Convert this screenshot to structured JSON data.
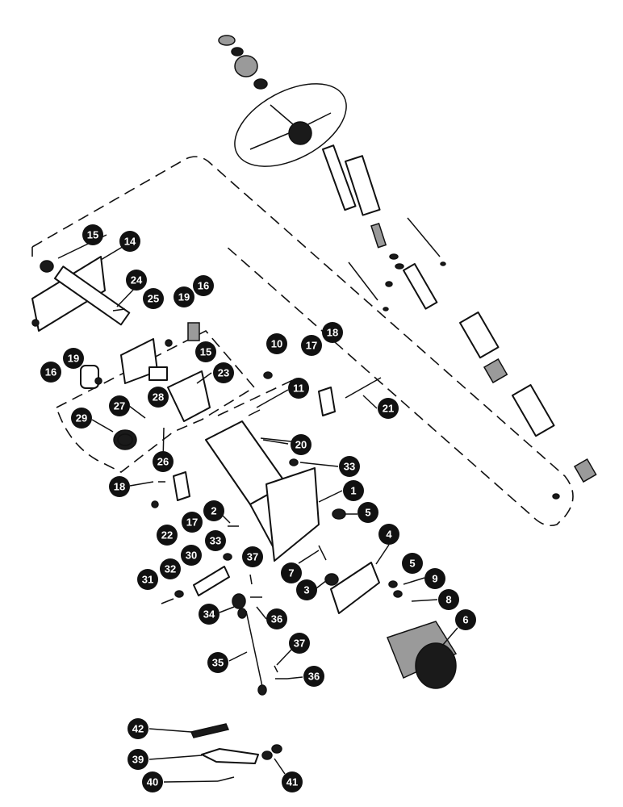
{
  "callouts": [
    {
      "id": "c15a",
      "label": "15"
    },
    {
      "id": "c14",
      "label": "14"
    },
    {
      "id": "c24",
      "label": "24"
    },
    {
      "id": "c25",
      "label": "25"
    },
    {
      "id": "c19a",
      "label": "19"
    },
    {
      "id": "c16a",
      "label": "16"
    },
    {
      "id": "c10",
      "label": "10"
    },
    {
      "id": "c18a",
      "label": "18"
    },
    {
      "id": "c17a",
      "label": "17"
    },
    {
      "id": "c15b",
      "label": "15"
    },
    {
      "id": "c23",
      "label": "23"
    },
    {
      "id": "c19b",
      "label": "19"
    },
    {
      "id": "c16b",
      "label": "16"
    },
    {
      "id": "c28",
      "label": "28"
    },
    {
      "id": "c27",
      "label": "27"
    },
    {
      "id": "c11",
      "label": "11"
    },
    {
      "id": "c21",
      "label": "21"
    },
    {
      "id": "c29",
      "label": "29"
    },
    {
      "id": "c26",
      "label": "26"
    },
    {
      "id": "c20",
      "label": "20"
    },
    {
      "id": "c33a",
      "label": "33"
    },
    {
      "id": "c18b",
      "label": "18"
    },
    {
      "id": "c1",
      "label": "1"
    },
    {
      "id": "c2",
      "label": "2"
    },
    {
      "id": "c17b",
      "label": "17"
    },
    {
      "id": "c22",
      "label": "22"
    },
    {
      "id": "c5a",
      "label": "5"
    },
    {
      "id": "c4",
      "label": "4"
    },
    {
      "id": "c33b",
      "label": "33"
    },
    {
      "id": "c30",
      "label": "30"
    },
    {
      "id": "c37a",
      "label": "37"
    },
    {
      "id": "c32",
      "label": "32"
    },
    {
      "id": "c31",
      "label": "31"
    },
    {
      "id": "c7",
      "label": "7"
    },
    {
      "id": "c5b",
      "label": "5"
    },
    {
      "id": "c9",
      "label": "9"
    },
    {
      "id": "c3",
      "label": "3"
    },
    {
      "id": "c8",
      "label": "8"
    },
    {
      "id": "c6",
      "label": "6"
    },
    {
      "id": "c34",
      "label": "34"
    },
    {
      "id": "c36a",
      "label": "36"
    },
    {
      "id": "c35",
      "label": "35"
    },
    {
      "id": "c37b",
      "label": "37"
    },
    {
      "id": "c36b",
      "label": "36"
    },
    {
      "id": "c42",
      "label": "42"
    },
    {
      "id": "c39",
      "label": "39"
    },
    {
      "id": "c40",
      "label": "40"
    },
    {
      "id": "c41",
      "label": "41"
    }
  ]
}
